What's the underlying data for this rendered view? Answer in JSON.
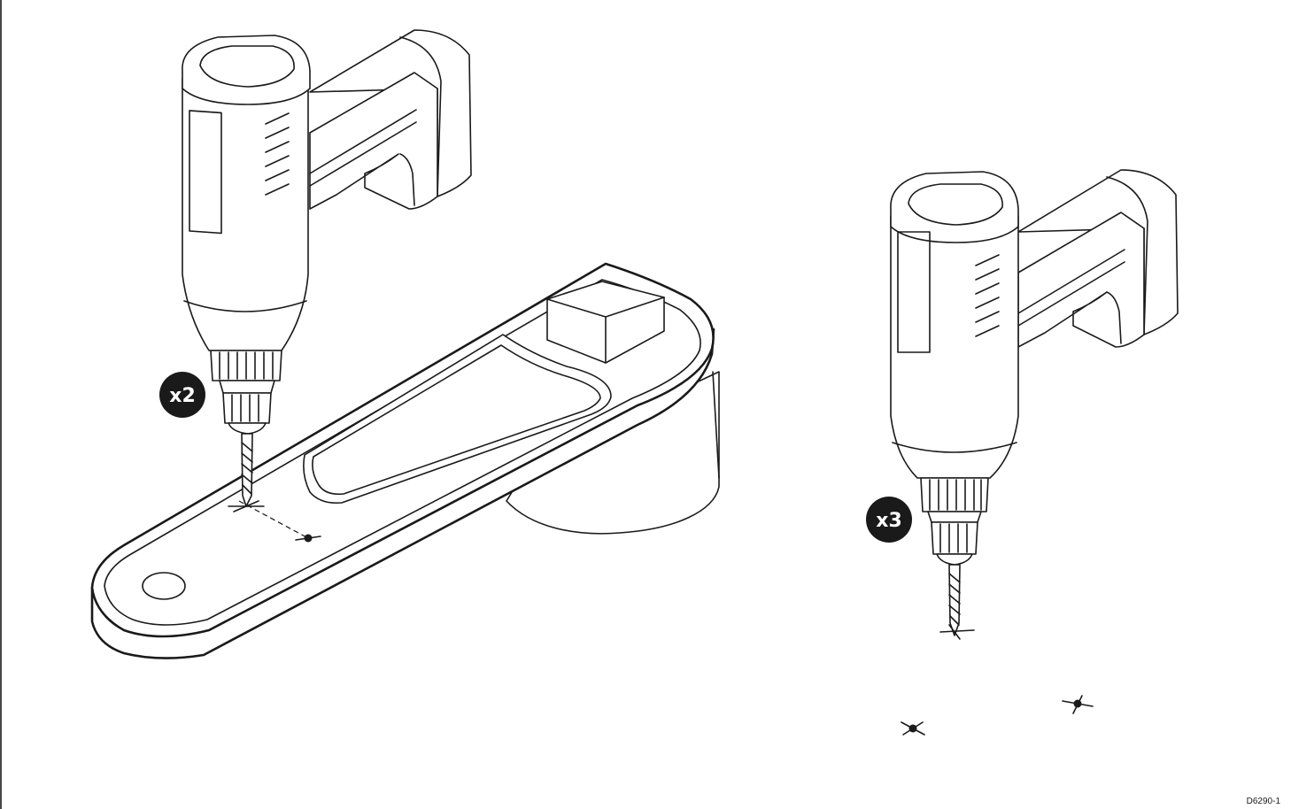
{
  "badges": {
    "left_count": "x2",
    "right_count": "x3"
  },
  "figure_ref": "D6290-1",
  "icons": {
    "left_drill": "power-drill-icon",
    "right_drill": "power-drill-icon",
    "bracket": "mounting-bracket-icon",
    "marks": "crosshair-mark-icon"
  },
  "colors": {
    "line": "#1a1a1a",
    "badge": "#1a1a1a",
    "background": "#ffffff"
  }
}
